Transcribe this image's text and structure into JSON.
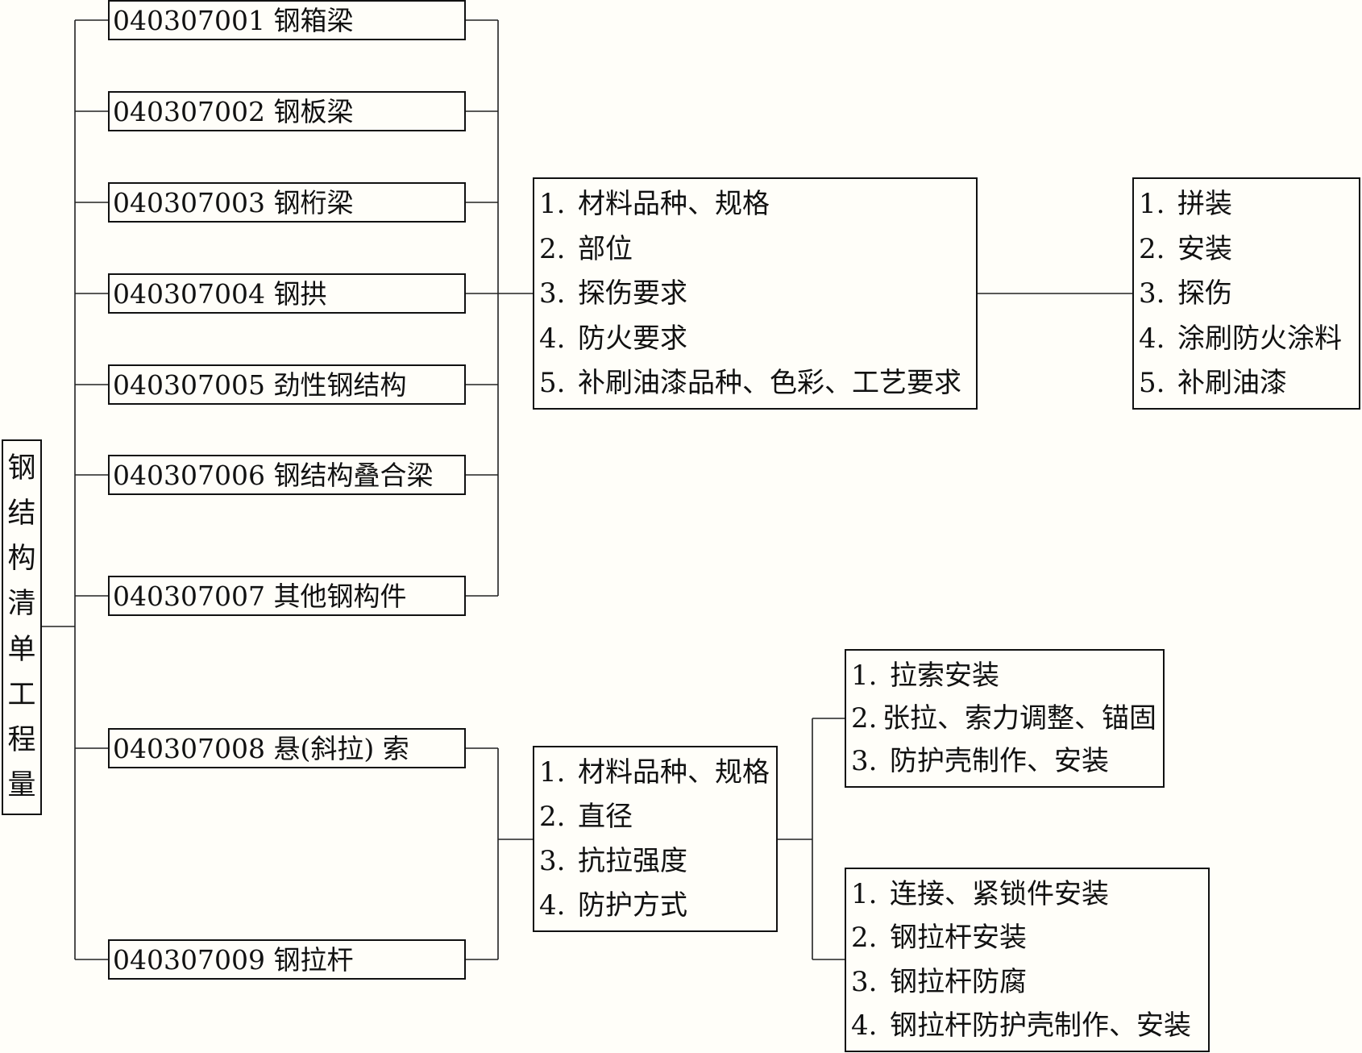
{
  "root": {
    "chars": [
      "钢",
      "结",
      "构",
      "清",
      "单",
      "工",
      "程",
      "量"
    ]
  },
  "items": [
    {
      "code": "040307001",
      "name": "钢箱梁"
    },
    {
      "code": "040307002",
      "name": "钢板梁"
    },
    {
      "code": "040307003",
      "name": "钢桁梁"
    },
    {
      "code": "040307004",
      "name": "钢拱"
    },
    {
      "code": "040307005",
      "name": "劲性钢结构"
    },
    {
      "code": "040307006",
      "name": "钢结构叠合梁"
    },
    {
      "code": "040307007",
      "name": "其他钢构件"
    },
    {
      "code": "040307008",
      "name": "悬(斜拉) 索"
    },
    {
      "code": "040307009",
      "name": "钢拉杆"
    }
  ],
  "features_a": [
    {
      "num": "1.",
      "text": "材料品种、规格"
    },
    {
      "num": "2.",
      "text": "部位"
    },
    {
      "num": "3.",
      "text": "探伤要求"
    },
    {
      "num": "4.",
      "text": "防火要求"
    },
    {
      "num": "5.",
      "text": "补刷油漆品种、色彩、工艺要求"
    }
  ],
  "work_a": [
    {
      "num": "1.",
      "text": "拼装"
    },
    {
      "num": "2.",
      "text": "安装"
    },
    {
      "num": "3.",
      "text": "探伤"
    },
    {
      "num": "4.",
      "text": "涂刷防火涂料"
    },
    {
      "num": "5.",
      "text": "补刷油漆"
    }
  ],
  "features_b": [
    {
      "num": "1.",
      "text": "材料品种、规格"
    },
    {
      "num": "2.",
      "text": "直径"
    },
    {
      "num": "3.",
      "text": "抗拉强度"
    },
    {
      "num": "4.",
      "text": "防护方式"
    }
  ],
  "work_b1": [
    {
      "num": "1.",
      "text": "拉索安装"
    },
    {
      "num": "2.",
      "text": "张拉、索力调整、锚固"
    },
    {
      "num": "3.",
      "text": "防护壳制作、安装"
    }
  ],
  "work_b2": [
    {
      "num": "1.",
      "text": "连接、紧锁件安装"
    },
    {
      "num": "2.",
      "text": "钢拉杆安装"
    },
    {
      "num": "3.",
      "text": "钢拉杆防腐"
    },
    {
      "num": "4.",
      "text": "钢拉杆防护壳制作、安装"
    }
  ]
}
